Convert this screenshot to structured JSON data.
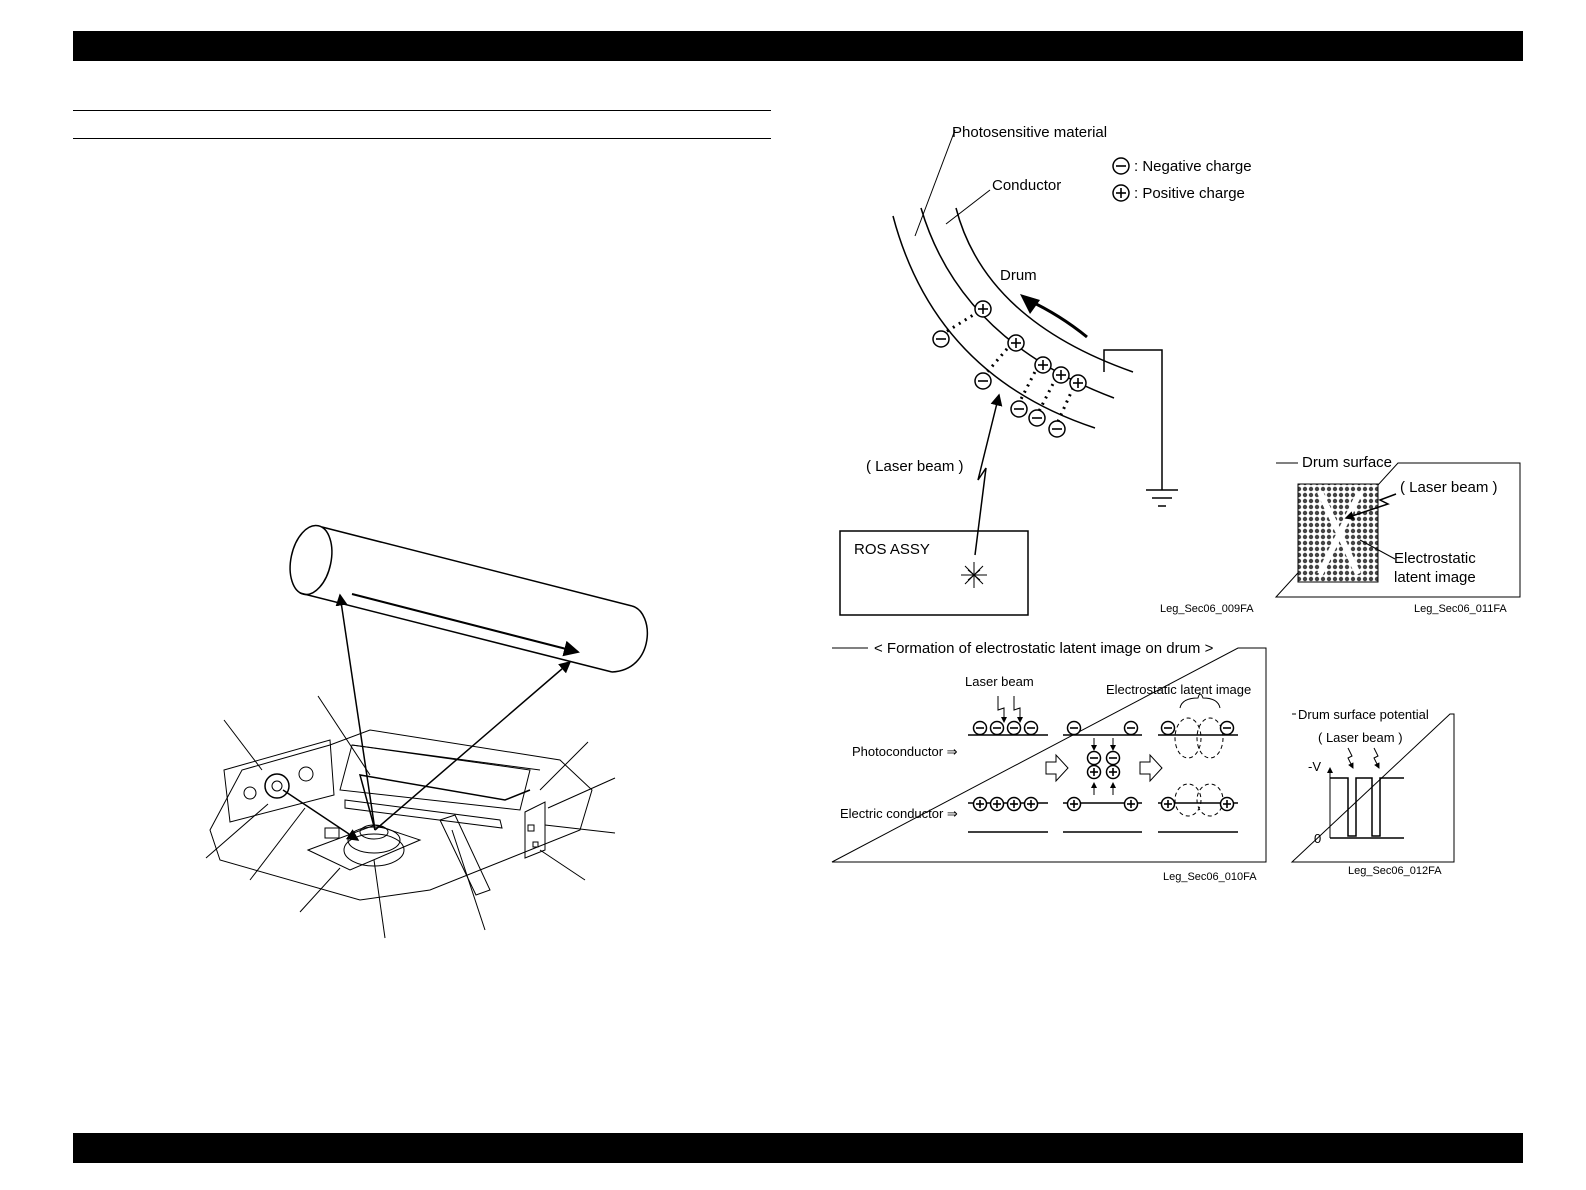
{
  "labels": {
    "photosensitive_material": "Photosensitive material",
    "conductor": "Conductor",
    "negative_charge_legend": ": Negative charge",
    "positive_charge_legend": ": Positive charge",
    "drum": "Drum",
    "laser_beam_paren": "( Laser beam )",
    "ros_assy": "ROS ASSY",
    "caption_009": "Leg_Sec06_009FA",
    "drum_surface": "Drum surface",
    "laser_beam_paren_2": "( Laser beam )",
    "electrostatic": "Electrostatic",
    "latent_image": "latent image",
    "caption_011": "Leg_Sec06_011FA",
    "formation_title": "< Formation of electrostatic latent image on drum >",
    "laser_beam": "Laser beam",
    "electrostatic_latent_image": "Electrostatic latent image",
    "photoconductor": "Photoconductor ⇒",
    "electric_conductor": "Electric conductor ⇒",
    "caption_010": "Leg_Sec06_010FA",
    "drum_surface_potential": "Drum surface potential",
    "laser_beam_paren_3": "( Laser beam )",
    "minus_v": "-V",
    "zero": "0",
    "caption_012": "Leg_Sec06_012FA"
  },
  "colors": {
    "ink": "#000000",
    "paper": "#ffffff"
  },
  "icons": [
    "negative-charge-icon",
    "positive-charge-icon",
    "laser-source-icon",
    "ground-icon",
    "hollow-arrow-icon"
  ]
}
